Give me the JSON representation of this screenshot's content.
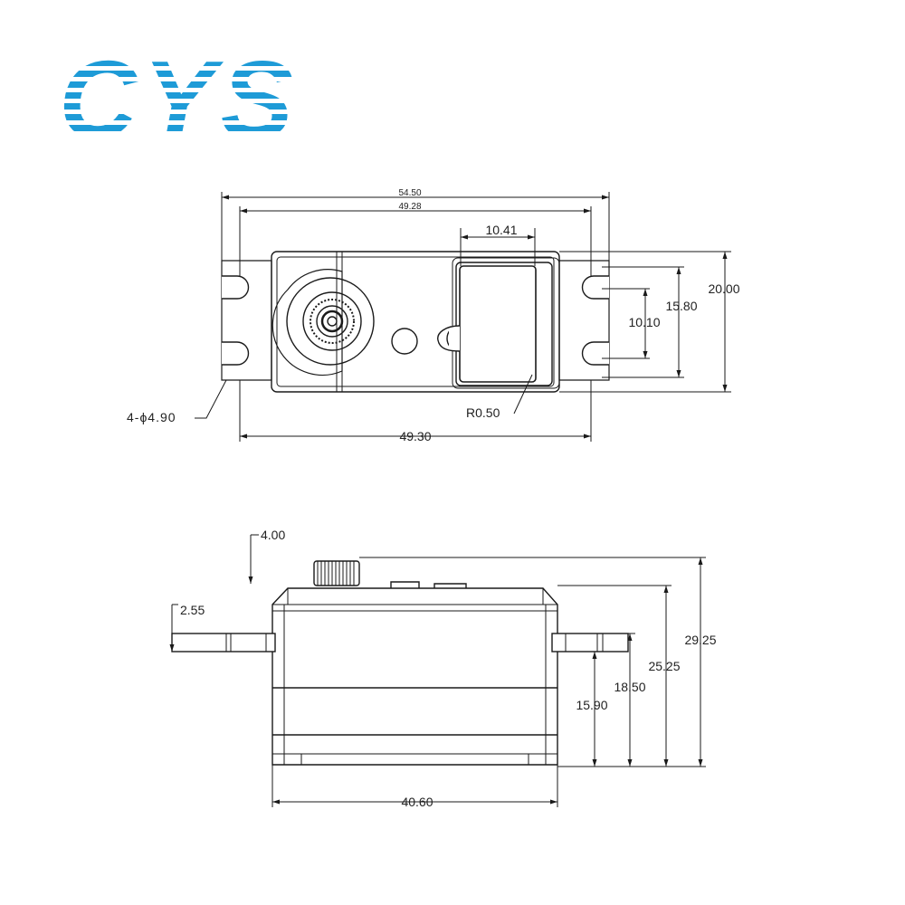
{
  "logo": {
    "text": "CYS",
    "color": "#1e9bd7"
  },
  "top_view": {
    "overall_width": "54.50",
    "hole_spacing_top": "49.28",
    "label_window_width": "10.41",
    "overall_height": "20.00",
    "outer_hole_spacing": "15.80",
    "inner_hole_spacing": "10.10",
    "mounting_holes": "4-ϕ4.90",
    "corner_radius": "R0.50",
    "hole_spacing_bottom": "49.30"
  },
  "side_view": {
    "spline_height": "4.00",
    "tab_thickness": "2.55",
    "total_height": "29.25",
    "case_height": "25.25",
    "tab_top_height": "18.50",
    "tab_bottom_height": "15.90",
    "case_width": "40.60"
  },
  "colors": {
    "line": "#1a1a1a",
    "logo": "#1e9bd7"
  }
}
